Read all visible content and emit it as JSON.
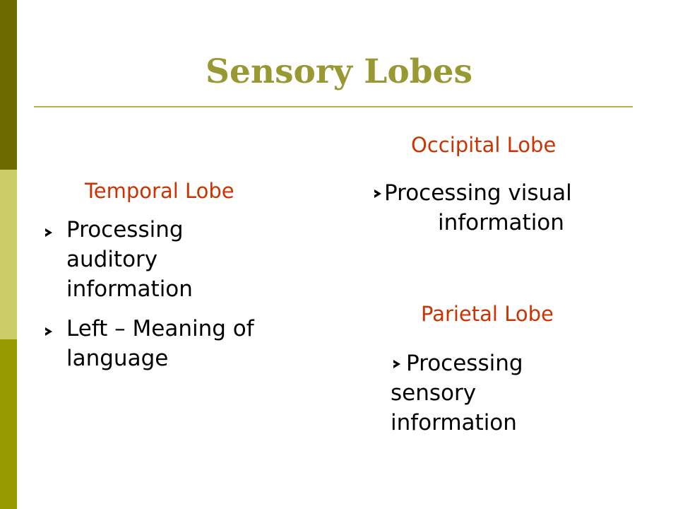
{
  "slide": {
    "title": "Sensory Lobes",
    "temporal": {
      "heading": "Temporal Lobe",
      "bullets": [
        {
          "lines": [
            "Processing",
            "auditory",
            "information"
          ]
        },
        {
          "lines": [
            "Left – Meaning of",
            "language"
          ]
        }
      ]
    },
    "occipital": {
      "heading": "Occipital Lobe",
      "bullet": {
        "lines": [
          "Processing visual",
          "information"
        ]
      }
    },
    "parietal": {
      "heading": "Parietal Lobe",
      "bullet": {
        "lines": [
          "Processing",
          "sensory",
          "information"
        ]
      }
    }
  },
  "colors": {
    "title": "#999933",
    "heading": "#cc3300",
    "sidebar_dark": "#6b6b00",
    "sidebar_light": "#cccc66",
    "sidebar_mid": "#999900"
  }
}
